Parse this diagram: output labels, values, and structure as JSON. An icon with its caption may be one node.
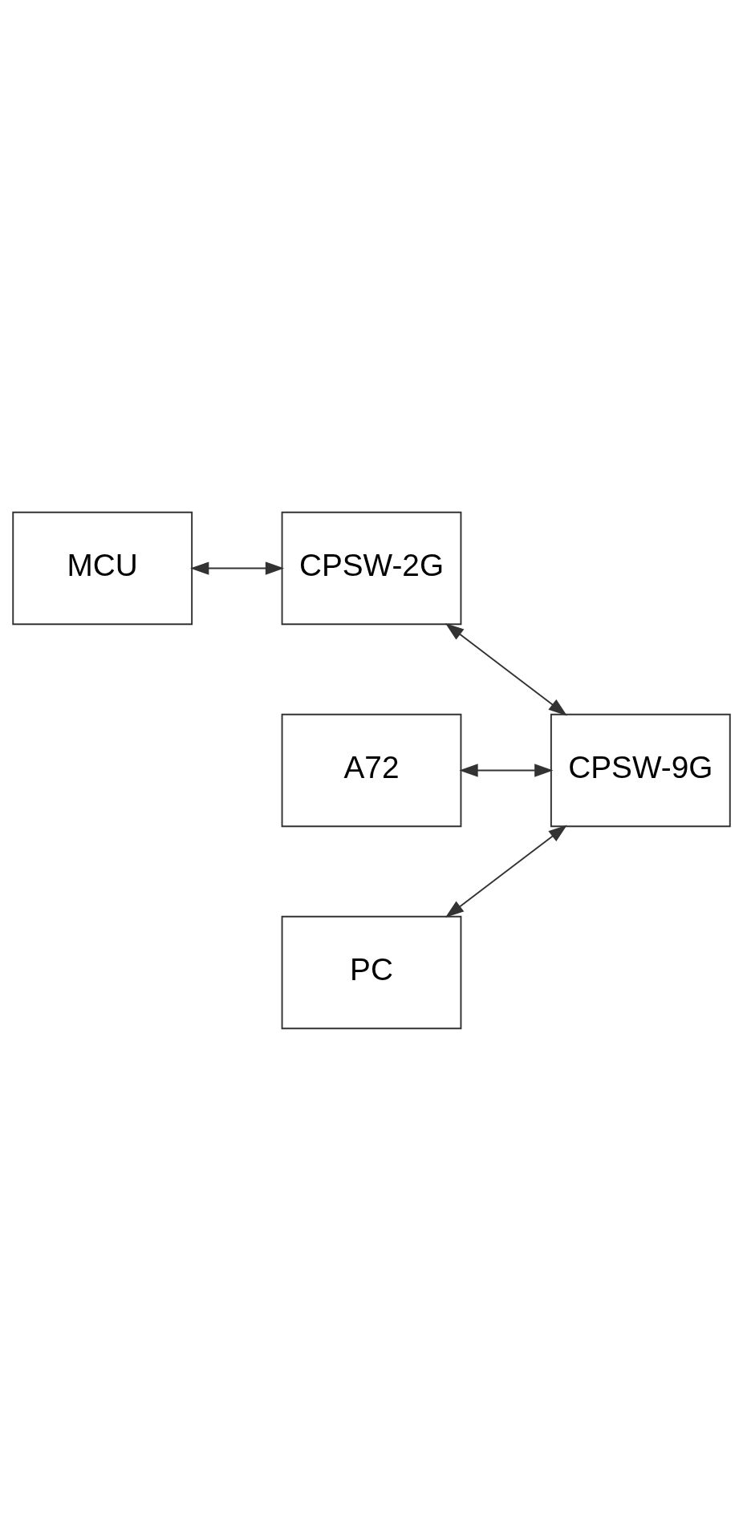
{
  "diagram": {
    "nodes": [
      {
        "text": [
          "MCU"
        ]
      },
      {
        "text": [
          "CPSW-2G"
        ]
      },
      {
        "text": [
          "A72"
        ]
      },
      {
        "text": [
          "CPSW-9G"
        ]
      },
      {
        "text": [
          "PC"
        ]
      }
    ],
    "edges": [
      {
        "from": 0,
        "to": 1,
        "arrow": "both"
      },
      {
        "from": 1,
        "to": 3,
        "arrow": "both"
      },
      {
        "from": 2,
        "to": 3,
        "arrow": "both"
      },
      {
        "from": 4,
        "to": 3,
        "arrow": "both"
      }
    ]
  }
}
